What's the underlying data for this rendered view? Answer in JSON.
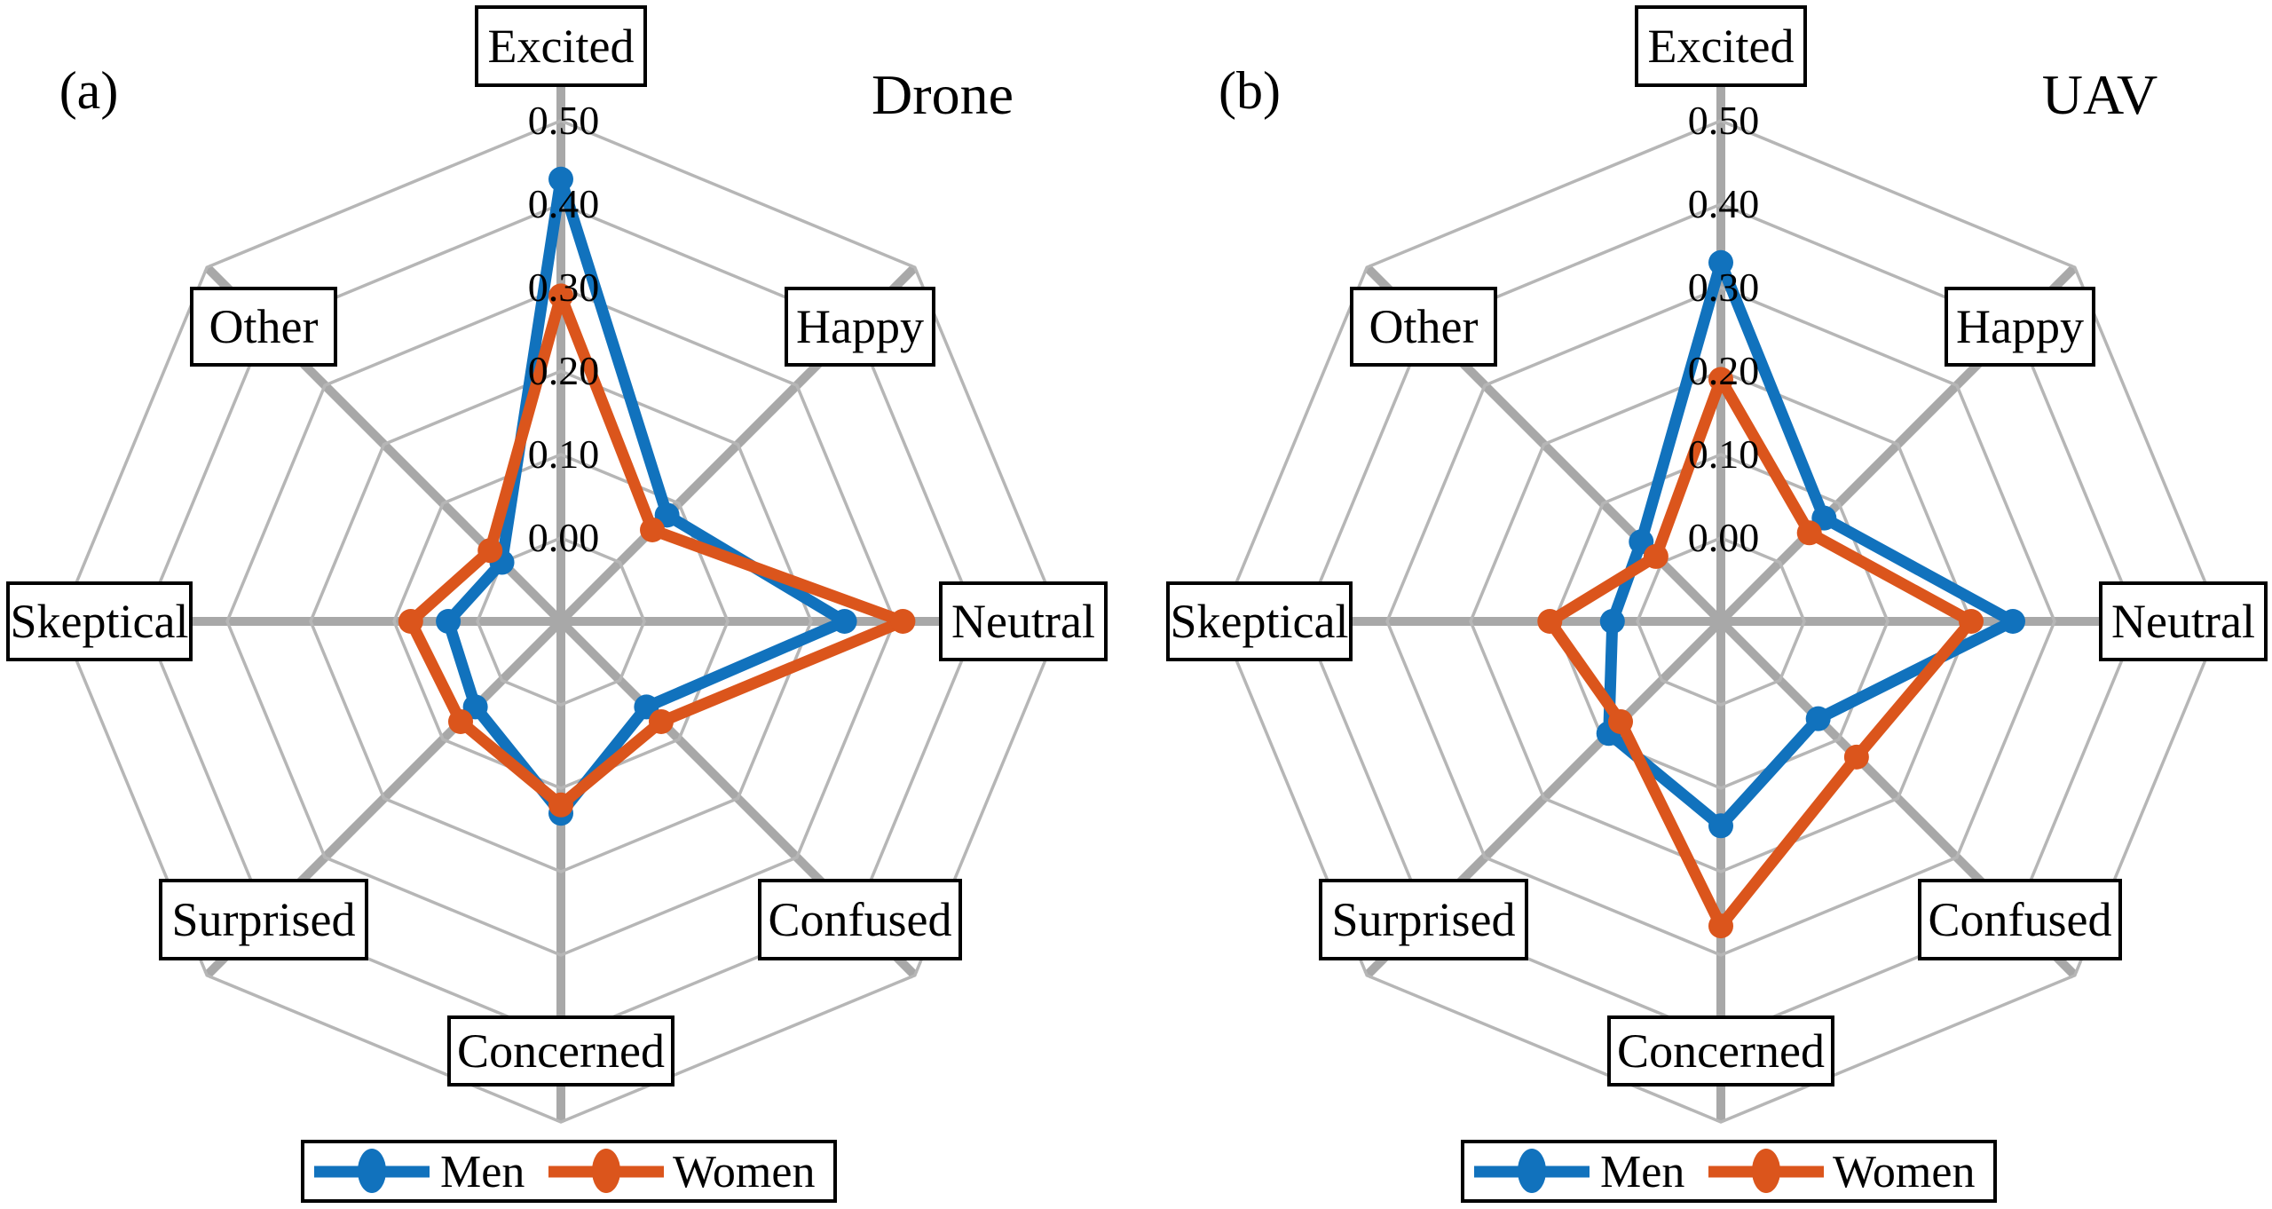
{
  "figure": {
    "background": "#ffffff",
    "colors": {
      "men": "#1172BD",
      "women": "#DB551C",
      "ring_gray": "#B6B6B6",
      "spoke_gray": "#A8A8A8",
      "box_border": "#000000",
      "text": "#000000"
    }
  },
  "chart_data": [
    {
      "type": "radar",
      "panel_letter": "(a)",
      "title": "Drone",
      "categories": [
        "Excited",
        "Happy",
        "Neutral",
        "Confused",
        "Concerned",
        "Surprised",
        "Skeptical",
        "Other"
      ],
      "axis": {
        "center_value": -0.1,
        "max": 0.5,
        "tick_values": [
          0.0,
          0.1,
          0.2,
          0.3,
          0.4,
          0.5
        ],
        "tick_labels": [
          "0.00",
          "0.10",
          "0.20",
          "0.30",
          "0.40",
          "0.50"
        ],
        "grid": true
      },
      "legend_position": "bottom",
      "series": [
        {
          "name": "Men",
          "values": [
            0.43,
            0.08,
            0.24,
            0.045,
            0.13,
            0.045,
            0.035,
            0.0
          ]
        },
        {
          "name": "Women",
          "values": [
            0.29,
            0.055,
            0.31,
            0.07,
            0.12,
            0.07,
            0.08,
            0.02
          ]
        }
      ]
    },
    {
      "type": "radar",
      "panel_letter": "(b)",
      "title": "UAV",
      "categories": [
        "Excited",
        "Happy",
        "Neutral",
        "Confused",
        "Concerned",
        "Surprised",
        "Skeptical",
        "Other"
      ],
      "axis": {
        "center_value": -0.1,
        "max": 0.5,
        "tick_values": [
          0.0,
          0.1,
          0.2,
          0.3,
          0.4,
          0.5
        ],
        "tick_labels": [
          "0.00",
          "0.10",
          "0.20",
          "0.30",
          "0.40",
          "0.50"
        ],
        "grid": true
      },
      "legend_position": "bottom",
      "series": [
        {
          "name": "Men",
          "values": [
            0.33,
            0.075,
            0.25,
            0.065,
            0.145,
            0.09,
            0.03,
            0.035
          ]
        },
        {
          "name": "Women",
          "values": [
            0.19,
            0.05,
            0.2,
            0.13,
            0.265,
            0.07,
            0.105,
            0.01
          ]
        }
      ]
    }
  ]
}
